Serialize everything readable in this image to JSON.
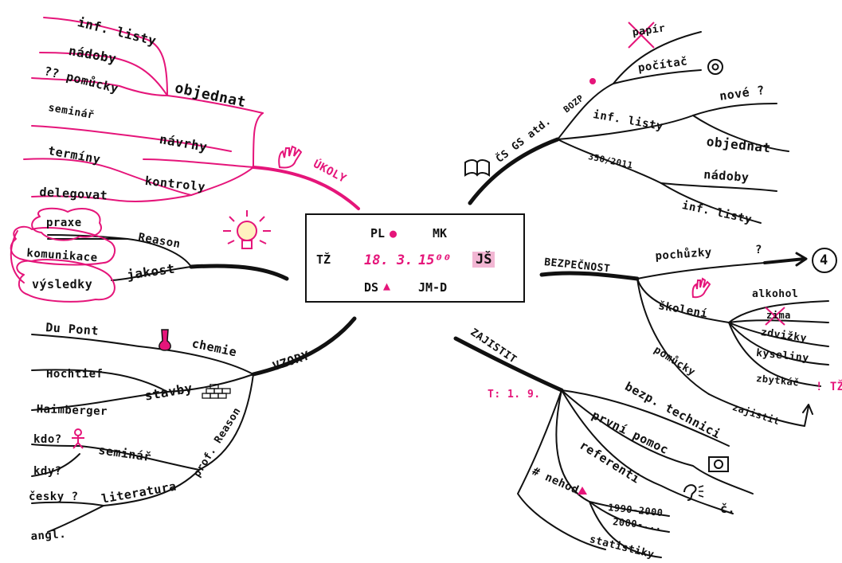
{
  "center": {
    "pl": "PL",
    "mk": "MK",
    "tz": "TŽ",
    "date": "18. 3.",
    "time": "15⁰⁰",
    "js": "JŠ",
    "ds": "DS",
    "jmd": "JM-D"
  },
  "ukoly": {
    "main": "ÚKOLY",
    "objednat": "objednat",
    "inf_listy": "inf. listy",
    "nadoby": "nádoby",
    "pomucky": "?? pomůcky",
    "navrhy": "návrhy",
    "seminar": "seminář",
    "kontroly": "kontroly",
    "terminy": "termíny",
    "delegovat": "delegovat"
  },
  "jakost": {
    "main": "jakost",
    "reason": "Reason",
    "praxe": "praxe",
    "komunikace": "komunikace",
    "vysledky": "výsledky"
  },
  "vzory": {
    "main": "VZORY",
    "chemie": "chemie",
    "dupont": "Du Pont",
    "stavby": "stavby",
    "hochtief": "Hochtief",
    "haimberger": "Haimberger",
    "prof_reason": "prof. Reason",
    "seminar": "seminář",
    "kdo": "kdo?",
    "kdy": "kdy?",
    "literatura": "literatura",
    "cesky": "česky ?",
    "angl": "angl."
  },
  "top_right": {
    "csgs": "ČS GS atd.",
    "bozp": "BOZP",
    "papir": "papír",
    "pocitac": "počítač",
    "inf_listy": "inf. listy",
    "nove": "nové ?",
    "objednat": "objednat",
    "law": "350/2011",
    "nadoby": "nádoby",
    "inf_listy2": "inf. listy"
  },
  "bezpecnost": {
    "main": "BEZPEČNOST",
    "pochuzky": "pochůzky",
    "q": "?",
    "four": "4",
    "skoleni": "školení",
    "alkohol": "alkohol",
    "zima": "zima",
    "zdvizky": "zdvižky",
    "kyseliny": "kyseliny",
    "zbytkace": "zbytkáč",
    "tz": "! TŽ",
    "pomucky": "pomůcky",
    "zajistit": "zajistit"
  },
  "zajistit": {
    "main": "ZAJISTIT",
    "t": "T: 1. 9.",
    "bezp": "bezp. technici",
    "prvni": "první pomoc",
    "referenti": "referenti",
    "c": "č.",
    "nehod": "# nehod",
    "y1": "1990-2000",
    "y2": "2000-...",
    "statistiky": "statistiky"
  },
  "colors": {
    "ink": "#111111",
    "pink": "#e5157a",
    "highlight": "#f2b6d3"
  }
}
